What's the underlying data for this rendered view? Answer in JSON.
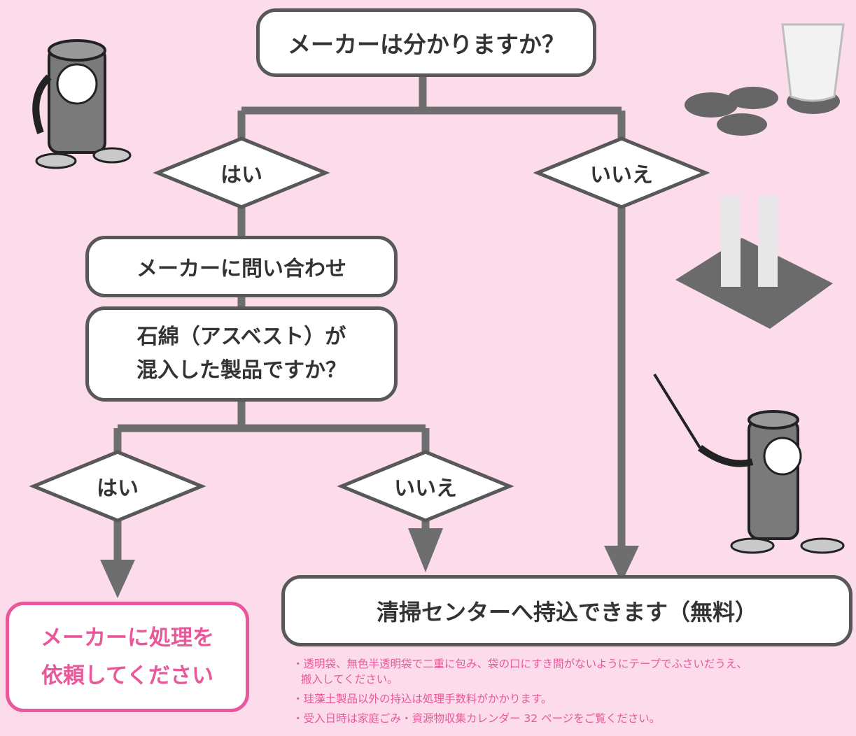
{
  "question1": "メーカーは分かりますか？",
  "yes1": "はい",
  "no1": "いいえ",
  "contact": "メーカーに問い合わせ",
  "question2_line1": "石綿（アスベスト）が",
  "question2_line2": "混入した製品ですか？",
  "yes2": "はい",
  "no2": "いいえ",
  "result_manufacturer_line1": "メーカーに処理を",
  "result_manufacturer_line2": "依頼してください",
  "result_center": "清掃センターへ持込できます（無料）",
  "notes": [
    "・透明袋、無色半透明袋で二重に包み、袋の口にすき間がないようにテープでふさいだうえ、",
    "搬入してください。",
    "・珪藻土製品以外の持込は処理手数料がかかります。",
    "・受入日時は家庭ごみ・資源物収集カレンダー 32 ページをご覧ください。"
  ],
  "colors": {
    "background": "#fcdcea",
    "line": "#6e6e6e",
    "accent": "#e9589a"
  }
}
